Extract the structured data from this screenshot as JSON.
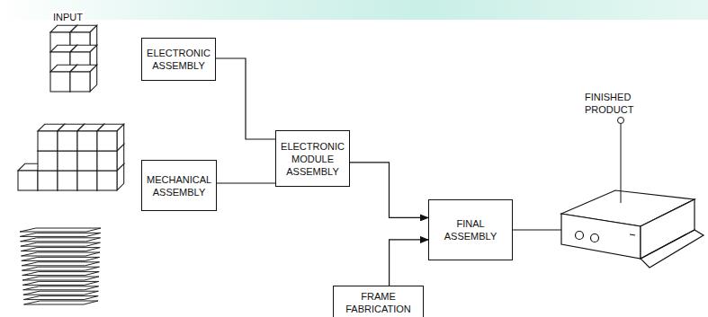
{
  "diagram": {
    "nodes": [
      {
        "text": [
          "ELECTRONIC ASSEMBLY"
        ]
      },
      {
        "text": [
          "MECHANICAL ASSEMBLY"
        ]
      },
      {
        "text": [
          "ELECTRONIC MODULE ASSEMBLY"
        ]
      },
      {
        "text": [
          "FRAME FABRICATION"
        ]
      },
      {
        "text": [
          "FINAL ASSEMBLY"
        ]
      }
    ],
    "edges": [
      {
        "from": 0,
        "to": 2,
        "arrow": "none"
      },
      {
        "from": 1,
        "to": 2,
        "arrow": "none"
      },
      {
        "from": 2,
        "to": 4,
        "arrow": "to"
      },
      {
        "from": 3,
        "to": 4,
        "arrow": "to"
      }
    ],
    "labels": [
      "INPUT",
      "FINISHED PRODUCT"
    ]
  }
}
